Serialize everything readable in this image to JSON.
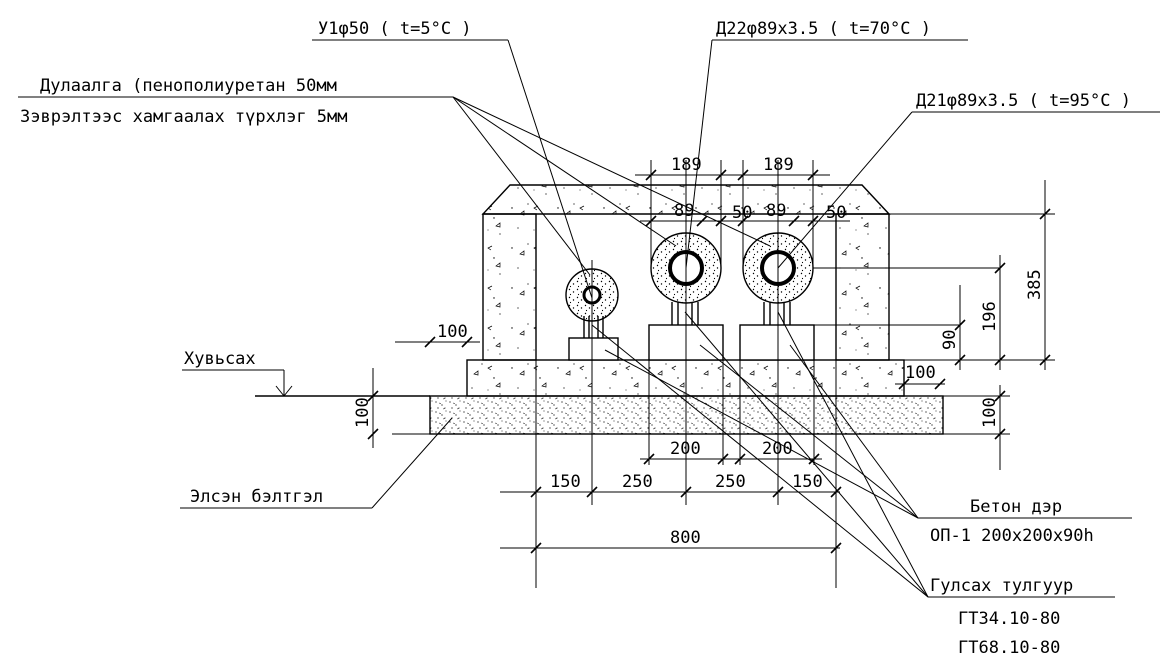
{
  "labels": {
    "pipe_u1": "У1φ50 ( t=5°C )",
    "pipe_d22": "Д22φ89x3.5 ( t=70°C )",
    "pipe_d21": "Д21φ89x3.5 ( t=95°C )",
    "insulation_line1": "Дулаалга (пенополиуретан 50мм",
    "insulation_line2": "Зэврэлтээс хамгаалах түрхлэг 5мм",
    "ground_level": "Хувьсах",
    "sand_bed": "Элсэн бэлтгэл",
    "concrete_pad_title": "Бетон дэр",
    "concrete_pad_spec": "ОП-1 200x200x90h",
    "sliding_support_title": "Гулсах тулгуур",
    "sliding_support_spec1": "ГТ34.10-80",
    "sliding_support_spec2": "ГТ68.10-80"
  },
  "dimensions": {
    "top_189_a": "189",
    "top_189_b": "189",
    "pipe_89_a": "89",
    "gap_50_a": "50",
    "pipe_89_b": "89",
    "gap_50_b": "50",
    "right_385": "385",
    "right_196": "196",
    "right_90": "90",
    "right_100_base": "100",
    "right_100_sand": "100",
    "left_100_wall": "100",
    "left_100_sand": "100",
    "bot_200_a": "200",
    "bot_200_b": "200",
    "bot_150_a": "150",
    "bot_250_a": "250",
    "bot_250_b": "250",
    "bot_150_b": "150",
    "bot_800": "800"
  },
  "colors": {
    "line": "#000000",
    "background": "#ffffff"
  }
}
